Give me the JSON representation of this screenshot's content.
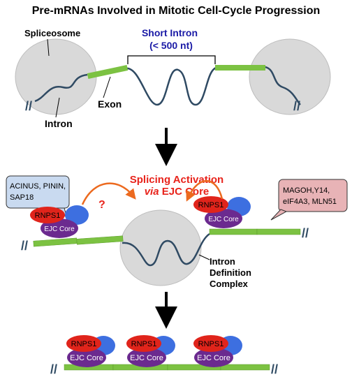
{
  "title": "Pre-mRNAs Involved in Mitotic Cell-Cycle Progression",
  "top": {
    "spliceosome": "Spliceosome",
    "short_intron_line1": "Short Intron",
    "short_intron_line2": "(< 500 nt)",
    "exon": "Exon",
    "intron": "Intron",
    "break_mark": "//"
  },
  "middle": {
    "activation_line1": "Splicing Activation",
    "activation_via": "via",
    "activation_rest": " EJC Core",
    "question": "?",
    "left_box": [
      "ACINUS, PININ,",
      "SAP18"
    ],
    "right_box": [
      "MAGOH,Y14,",
      "eIF4A3, MLN51"
    ],
    "rnps1": "RNPS1",
    "ejc_core": "EJC Core",
    "intron_definition": [
      "Intron",
      "Definition",
      "Complex"
    ],
    "break_mark": "//"
  },
  "bottom": {
    "rnps1": "RNPS1",
    "ejc_core": "EJC Core",
    "break_mark": "//"
  },
  "colors": {
    "exon": "#7cc242",
    "intron_line": "#2f4a63",
    "spliceosome": "#d9d9d9",
    "rnps1": "#e0241b",
    "ejc_core": "#6b2a8f",
    "blue_protein": "#3d6fe0",
    "blue_text": "#1a1aa6",
    "red_text": "#e8231b",
    "orange_arrow": "#ec6a1f",
    "left_box_fill": "#c9daf0",
    "right_box_fill": "#e8b3b6"
  }
}
